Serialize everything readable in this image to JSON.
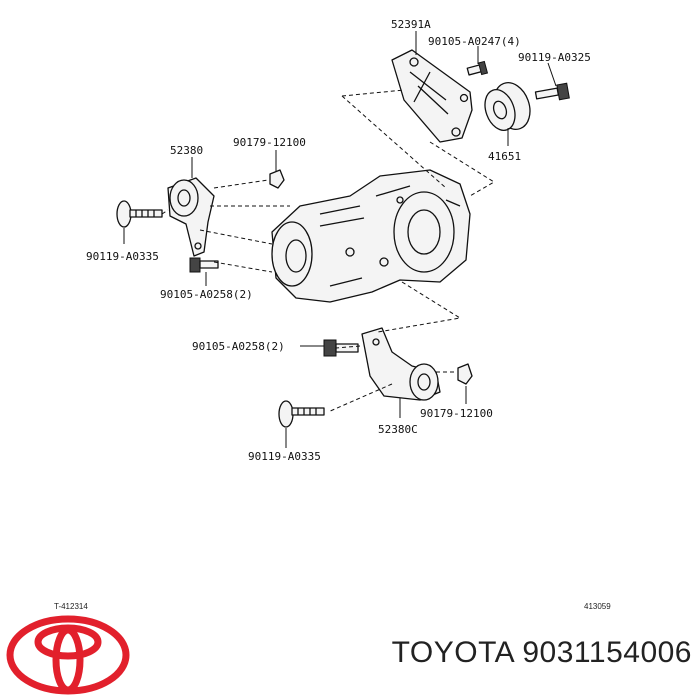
{
  "labels": {
    "p52391a": "52391A",
    "p90105_a0247": "90105-A0247(4)",
    "p90119_a0325": "90119-A0325",
    "p41651": "41651",
    "p52380": "52380",
    "p90179_12100_top": "90179-12100",
    "p90119_a0335_left": "90119-A0335",
    "p90105_a0258_left": "90105-A0258(2)",
    "p90105_a0258_mid": "90105-A0258(2)",
    "p90179_12100_bottom": "90179-12100",
    "p52380c": "52380C",
    "p90119_a0335_bottom": "90119-A0335"
  },
  "ref_codes": {
    "left": "T-412314",
    "right": "413059"
  },
  "caption": "TOYOTA 9031154006",
  "brand_color": "#e2202c"
}
